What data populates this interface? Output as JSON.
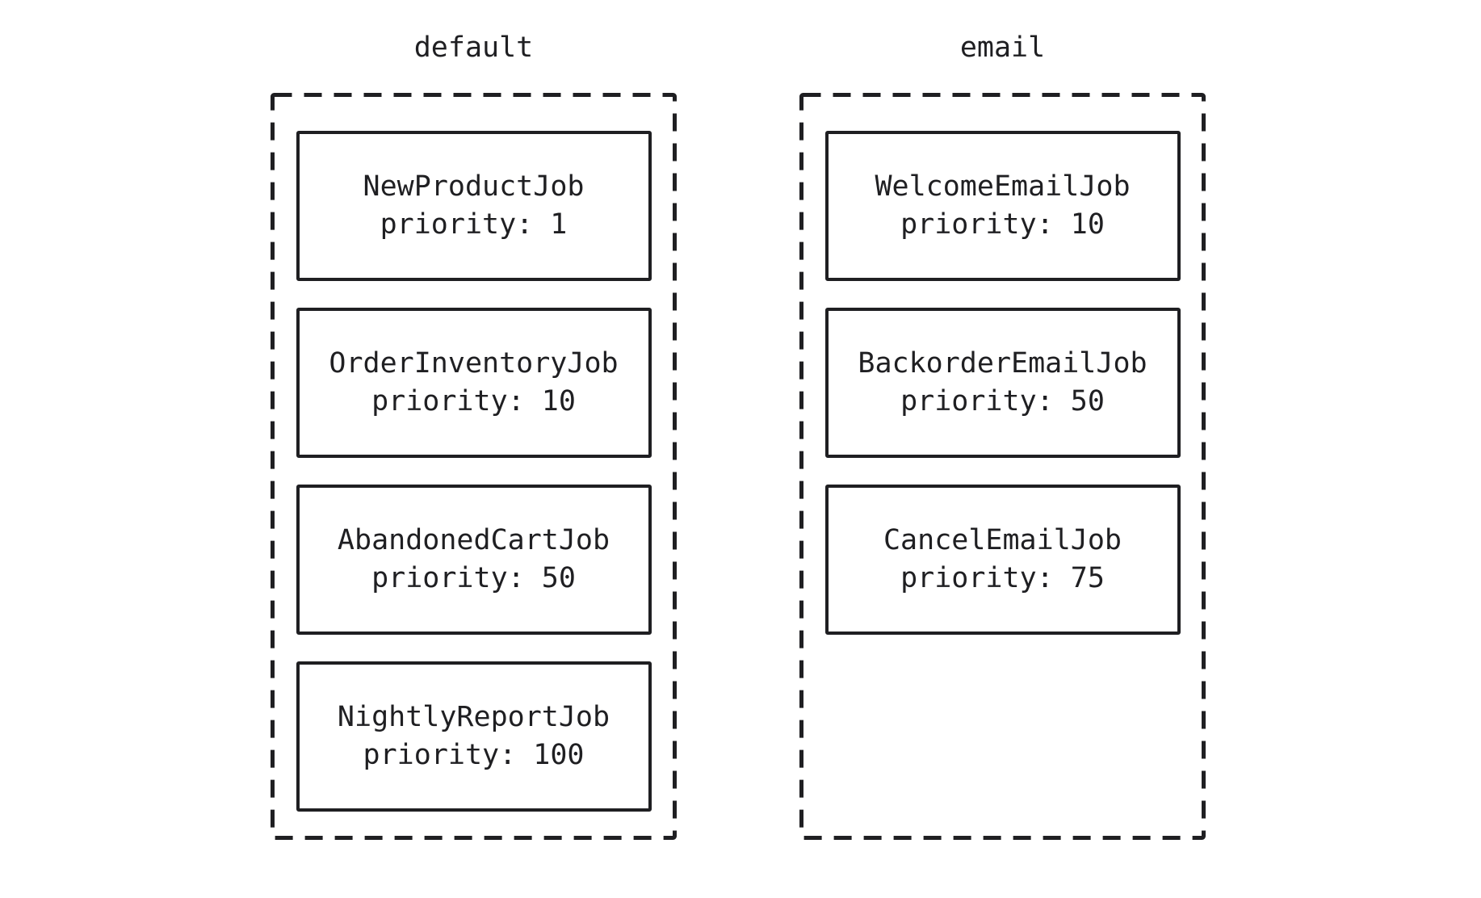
{
  "colors": {
    "ink": "#1f1f22",
    "background": "#ffffff"
  },
  "queues": [
    {
      "label": "default",
      "jobs": [
        {
          "name": "NewProductJob",
          "priority": "priority: 1"
        },
        {
          "name": "OrderInventoryJob",
          "priority": "priority: 10"
        },
        {
          "name": "AbandonedCartJob",
          "priority": "priority: 50"
        },
        {
          "name": "NightlyReportJob",
          "priority": "priority: 100"
        }
      ]
    },
    {
      "label": "email",
      "jobs": [
        {
          "name": "WelcomeEmailJob",
          "priority": "priority: 10"
        },
        {
          "name": "BackorderEmailJob",
          "priority": "priority: 50"
        },
        {
          "name": "CancelEmailJob",
          "priority": "priority: 75"
        }
      ]
    }
  ]
}
